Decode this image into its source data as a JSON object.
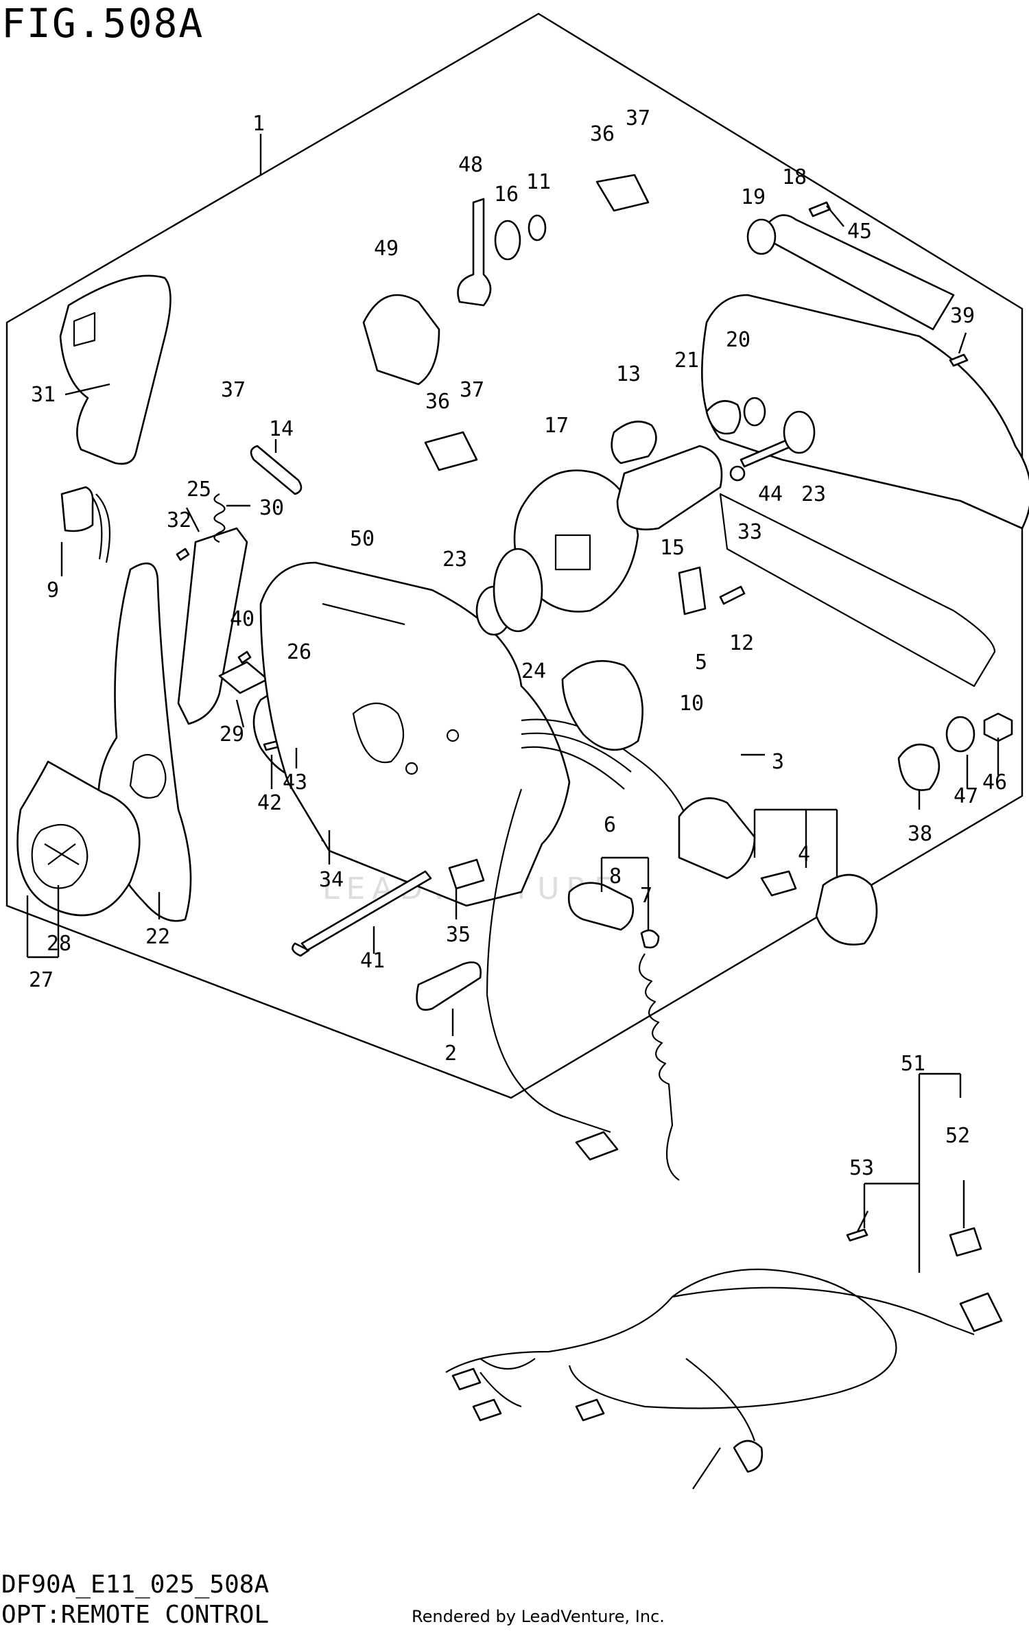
{
  "figure_title": "FIG.508A",
  "model_code": "DF90A_E11_025_508A",
  "section_name": "OPT:REMOTE CONTROL",
  "render_credit": "Rendered by LeadVenture, Inc.",
  "watermark": "LEADVENTURE",
  "callouts": [
    "1",
    "2",
    "3",
    "4",
    "5",
    "6",
    "7",
    "8",
    "9",
    "10",
    "11",
    "12",
    "13",
    "14",
    "15",
    "16",
    "17",
    "18",
    "19",
    "20",
    "21",
    "22",
    "23",
    "23",
    "24",
    "25",
    "26",
    "27",
    "28",
    "29",
    "30",
    "31",
    "32",
    "33",
    "34",
    "35",
    "36",
    "36",
    "37",
    "37",
    "37",
    "38",
    "39",
    "40",
    "41",
    "42",
    "43",
    "44",
    "45",
    "46",
    "47",
    "48",
    "49",
    "50",
    "51",
    "52",
    "53"
  ]
}
